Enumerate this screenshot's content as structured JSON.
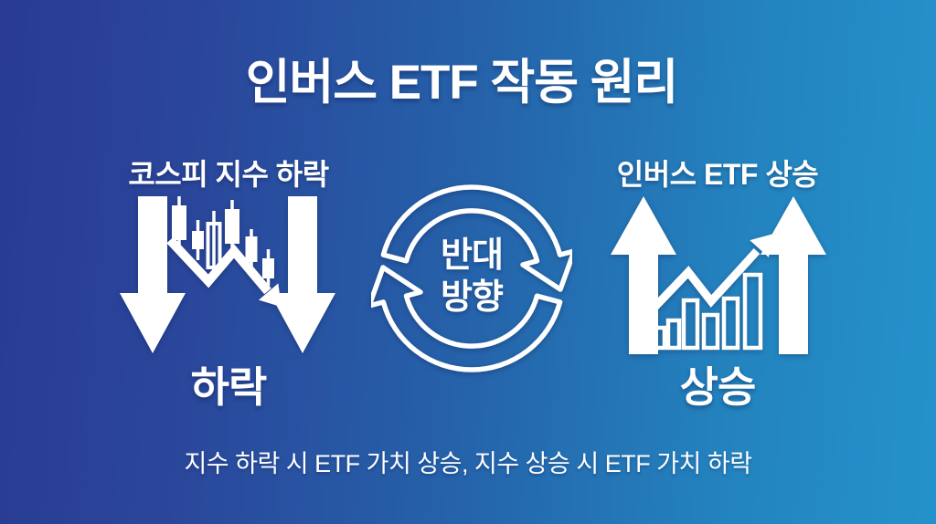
{
  "title": "인버스 ETF 작동 원리",
  "left_panel": {
    "header": "코스피 지수 하락",
    "label": "하락",
    "icon": "candlestick-downtrend-with-down-arrows-icon"
  },
  "center": {
    "line1": "반대",
    "line2": "방향",
    "icon": "cycle-arrows-icon"
  },
  "right_panel": {
    "header": "인버스 ETF 상승",
    "label": "상승",
    "icon": "bar-chart-uptrend-with-up-arrows-icon"
  },
  "caption": "지수 하락 시 ETF 가치 상승, 지수 상승 시 ETF 가치 하락",
  "colors": {
    "background_gradient_left": "#293b93",
    "background_gradient_mid": "#2562aa",
    "background_gradient_right": "#2492ca",
    "foreground": "#ffffff"
  }
}
